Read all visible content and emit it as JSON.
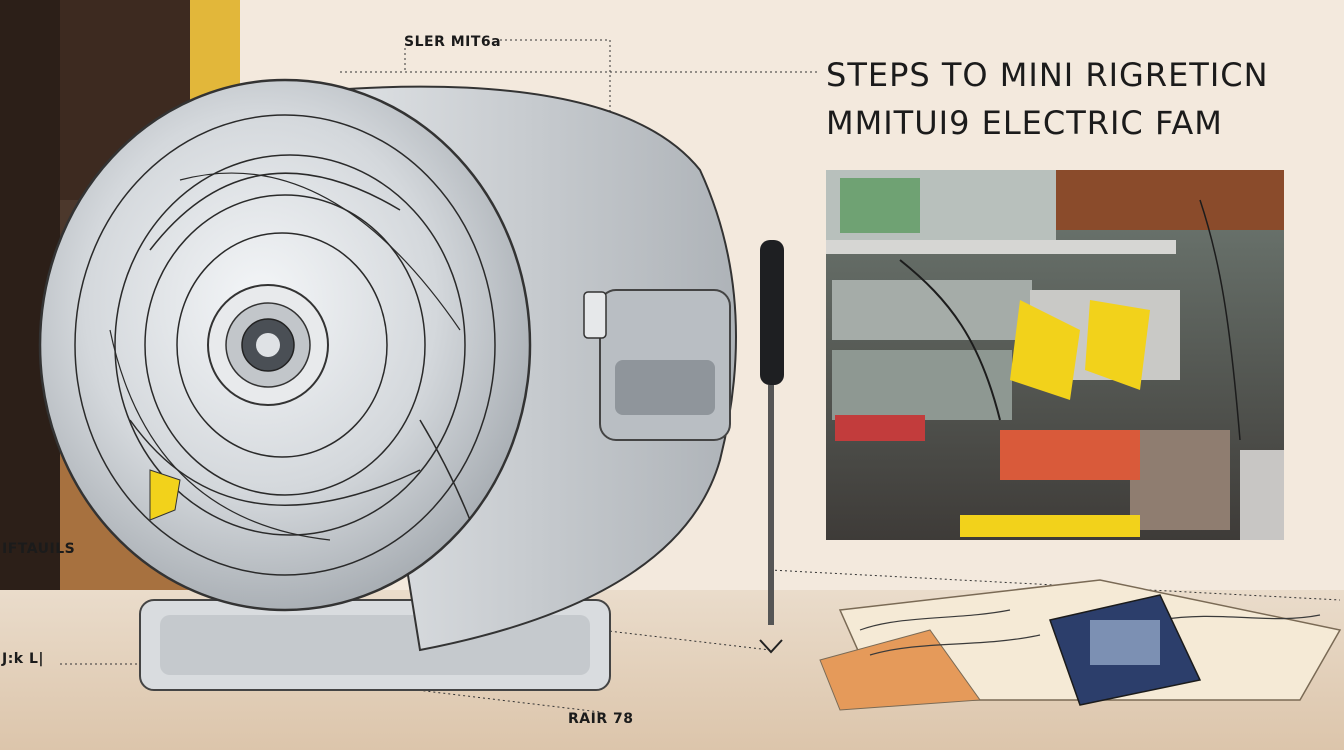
{
  "title_line_1": "STEPS TO MINI RIGRETICN",
  "title_line_2": "MMITUI9 ELECTRIC FAM",
  "callouts": {
    "top": "SLER MIT6a",
    "left": "IFTAUILS",
    "bottom_left": "J:k L|",
    "bottom": "RAIR 78"
  },
  "colors": {
    "background": "#f3e9dd",
    "fan_body": "#c9cdd1",
    "accent_yellow": "#f2d21b",
    "ink": "#1b1b1b"
  }
}
